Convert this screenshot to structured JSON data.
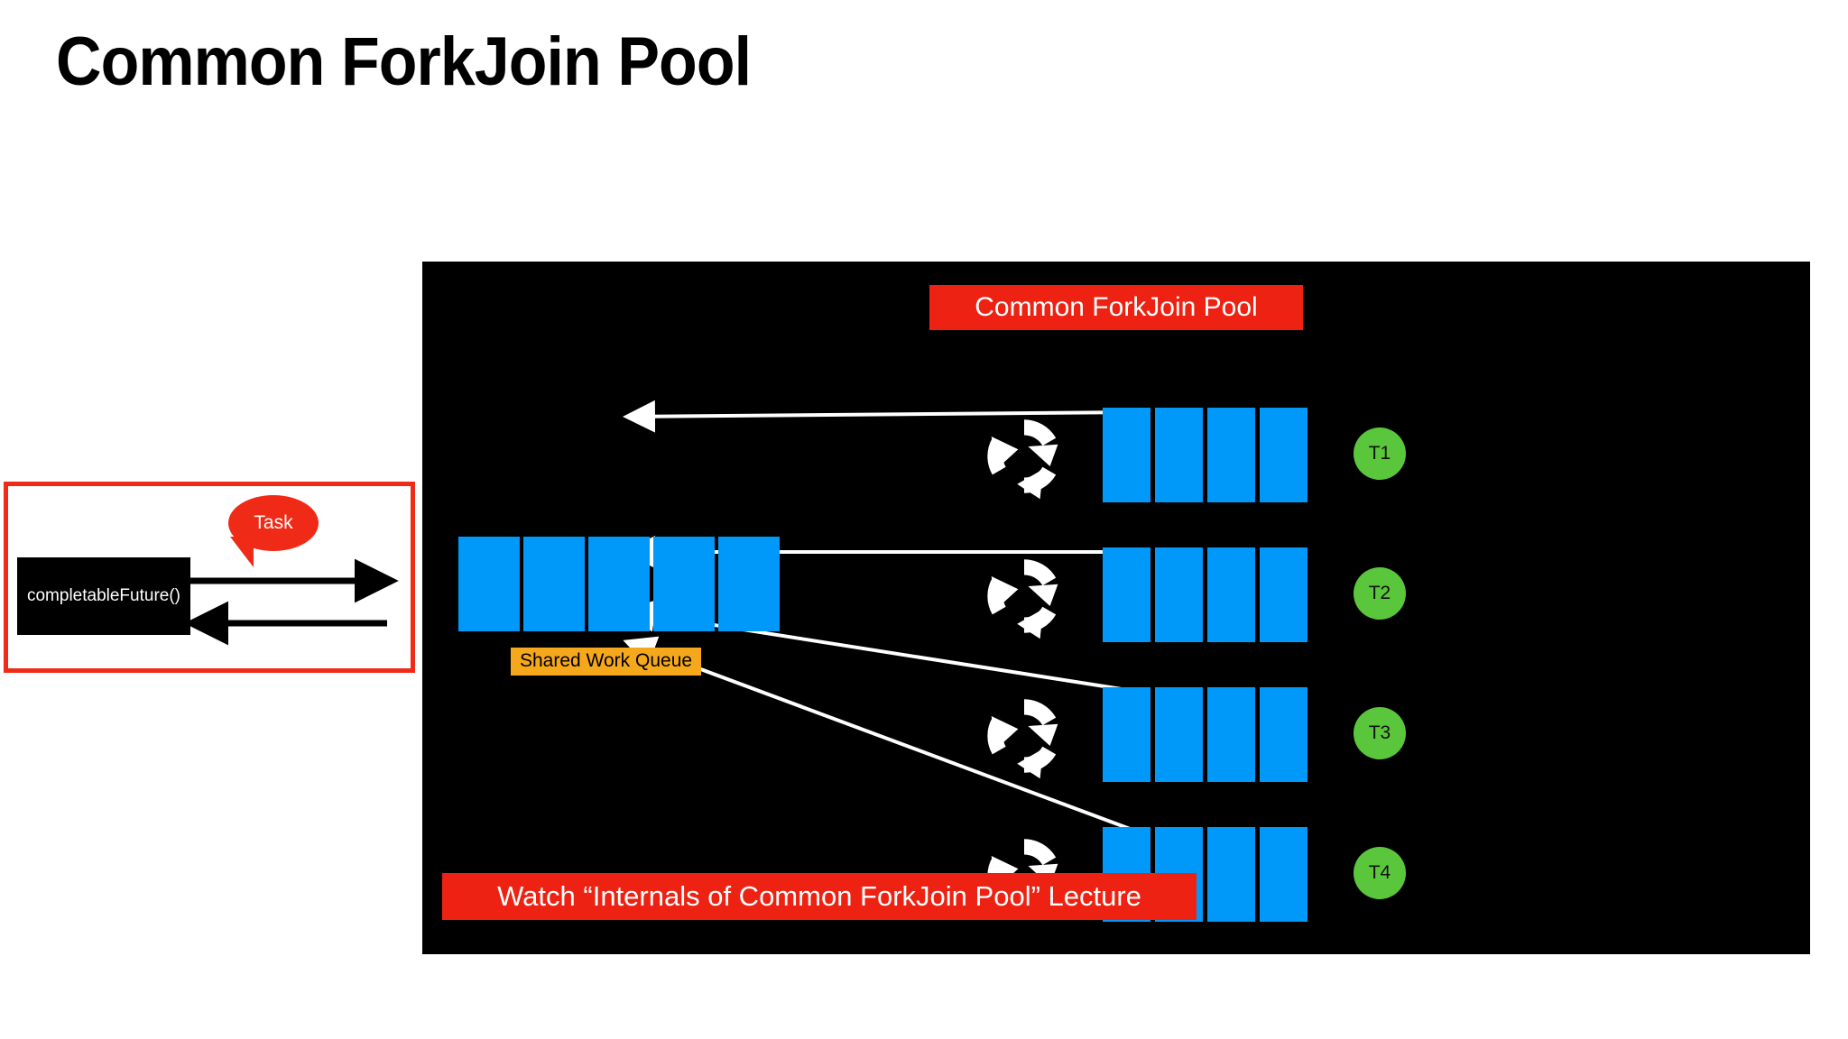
{
  "slide": {
    "title": "Common ForkJoin Pool"
  },
  "caller_panel": {
    "name": "caller-panel",
    "box_label": "completableFuture()",
    "bubble_label": "Task",
    "submit_arrow_name": "submit-task-arrow",
    "return_arrow_name": "return-result-arrow",
    "border_color": "#ef2b18",
    "box_color": "#000000",
    "bubble_color": "#ef2b18"
  },
  "pool": {
    "header_banner": "Common ForkJoin Pool",
    "header_banner_color": "#ed2212",
    "panel_color": "#000000",
    "shared_queue": {
      "label": "Shared Work Queue",
      "label_color": "#f5a81c",
      "cell_color": "#0099fa",
      "cell_count": 5,
      "cells": [
        "",
        "",
        "",
        "",
        ""
      ]
    },
    "workers": [
      {
        "thread": "T1",
        "deque_cells": [
          "",
          "",
          "",
          ""
        ]
      },
      {
        "thread": "T2",
        "deque_cells": [
          "",
          "",
          "",
          ""
        ]
      },
      {
        "thread": "T3",
        "deque_cells": [
          "",
          "",
          "",
          ""
        ]
      },
      {
        "thread": "T4",
        "deque_cells": [
          "",
          "",
          "",
          ""
        ]
      }
    ],
    "worker_cell_color": "#0099fa",
    "thread_chip_color": "#5ac63c",
    "cycle_icon_color": "#ffffff",
    "steal_arrow_color": "#ffffff",
    "steal_arrow_count": 4
  },
  "footer": {
    "lecture_banner": "Watch “Internals of Common ForkJoin Pool” Lecture",
    "lecture_banner_color": "#ed2212"
  },
  "icons": {
    "cycle": "cycle-arrows-icon"
  }
}
